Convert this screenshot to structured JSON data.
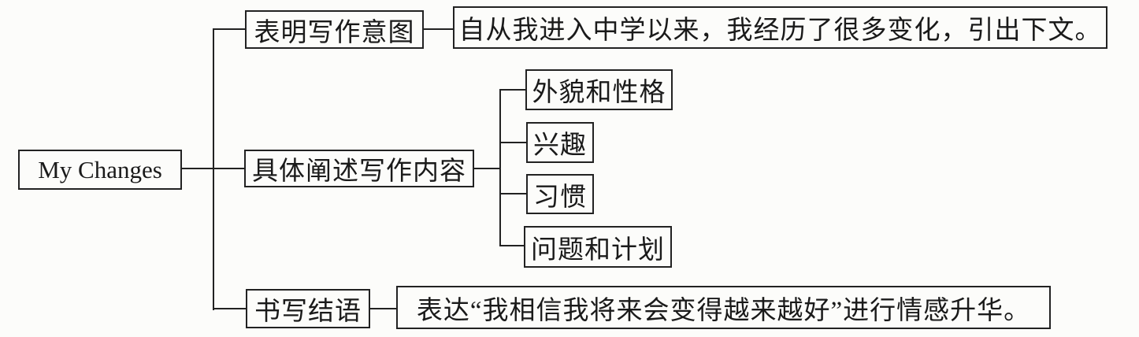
{
  "colors": {
    "background": "#fcfcfa",
    "line": "#222222",
    "text": "#1a1a1a"
  },
  "diagram": {
    "type": "tree-mindmap",
    "root": {
      "label": "My Changes"
    },
    "branches": [
      {
        "label": "表明写作意图",
        "detail": "自从我进入中学以来，我经历了很多变化，引出下文。"
      },
      {
        "label": "具体阐述写作内容",
        "children": [
          {
            "label": "外貌和性格"
          },
          {
            "label": "兴趣"
          },
          {
            "label": "习惯"
          },
          {
            "label": "问题和计划"
          }
        ]
      },
      {
        "label": "书写结语",
        "detail": "表达“我相信我将来会变得越来越好”进行情感升华。"
      }
    ]
  }
}
